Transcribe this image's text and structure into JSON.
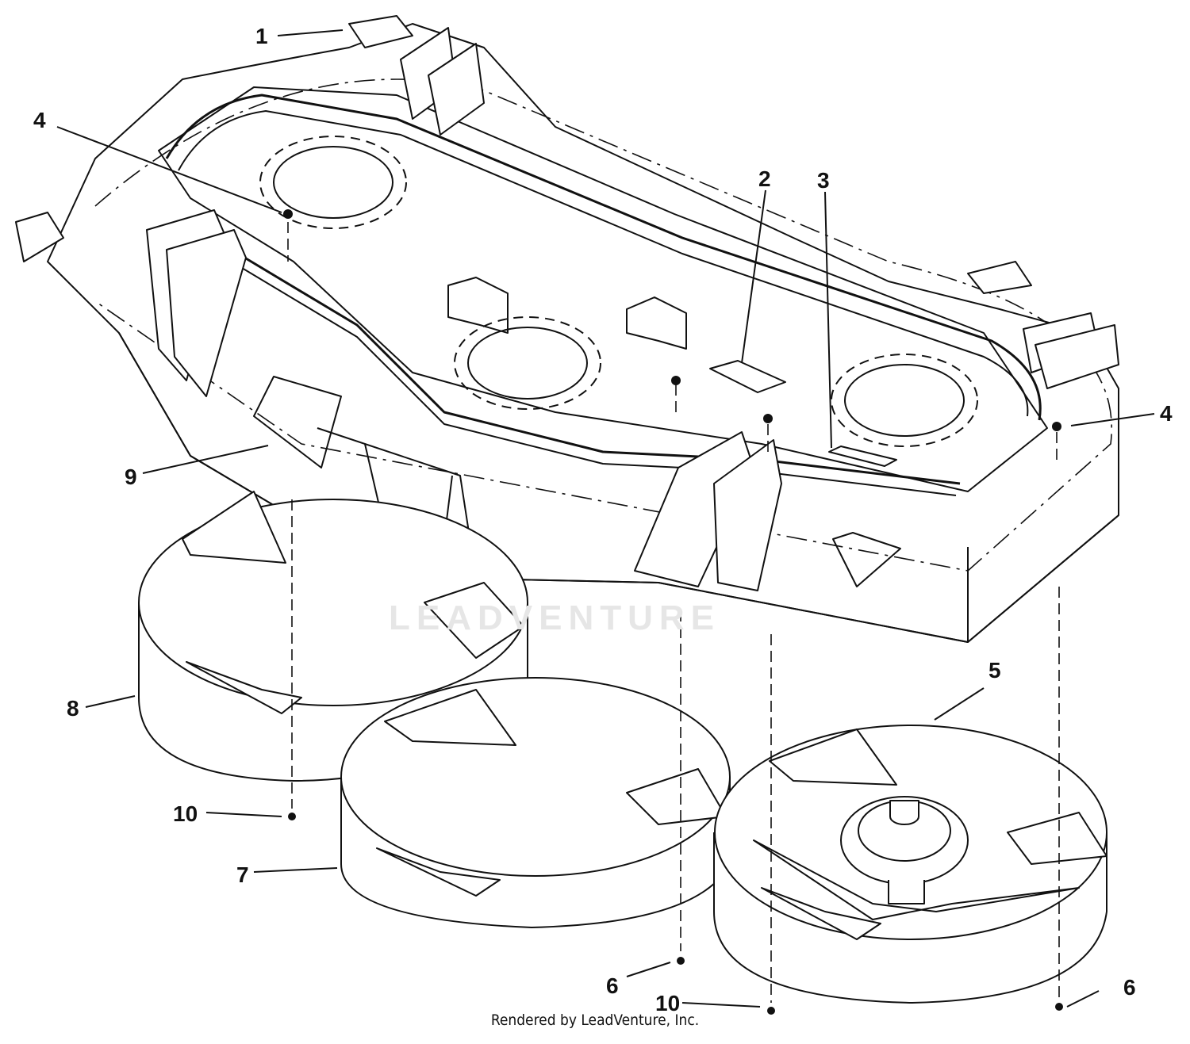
{
  "diagram": {
    "callouts": [
      {
        "id": "c1",
        "label": "1"
      },
      {
        "id": "c2",
        "label": "2"
      },
      {
        "id": "c3",
        "label": "3"
      },
      {
        "id": "c4a",
        "label": "4"
      },
      {
        "id": "c4b",
        "label": "4"
      },
      {
        "id": "c5",
        "label": "5"
      },
      {
        "id": "c6a",
        "label": "6"
      },
      {
        "id": "c6b",
        "label": "6"
      },
      {
        "id": "c7",
        "label": "7"
      },
      {
        "id": "c8",
        "label": "8"
      },
      {
        "id": "c9",
        "label": "9"
      },
      {
        "id": "c10a",
        "label": "10"
      },
      {
        "id": "c10b",
        "label": "10"
      }
    ],
    "watermark": "LEADVENTURE",
    "footer": "Rendered by LeadVenture, Inc."
  },
  "colors": {
    "line": "#111111",
    "fill": "#ffffff",
    "watermark": "#e6e6e6"
  }
}
